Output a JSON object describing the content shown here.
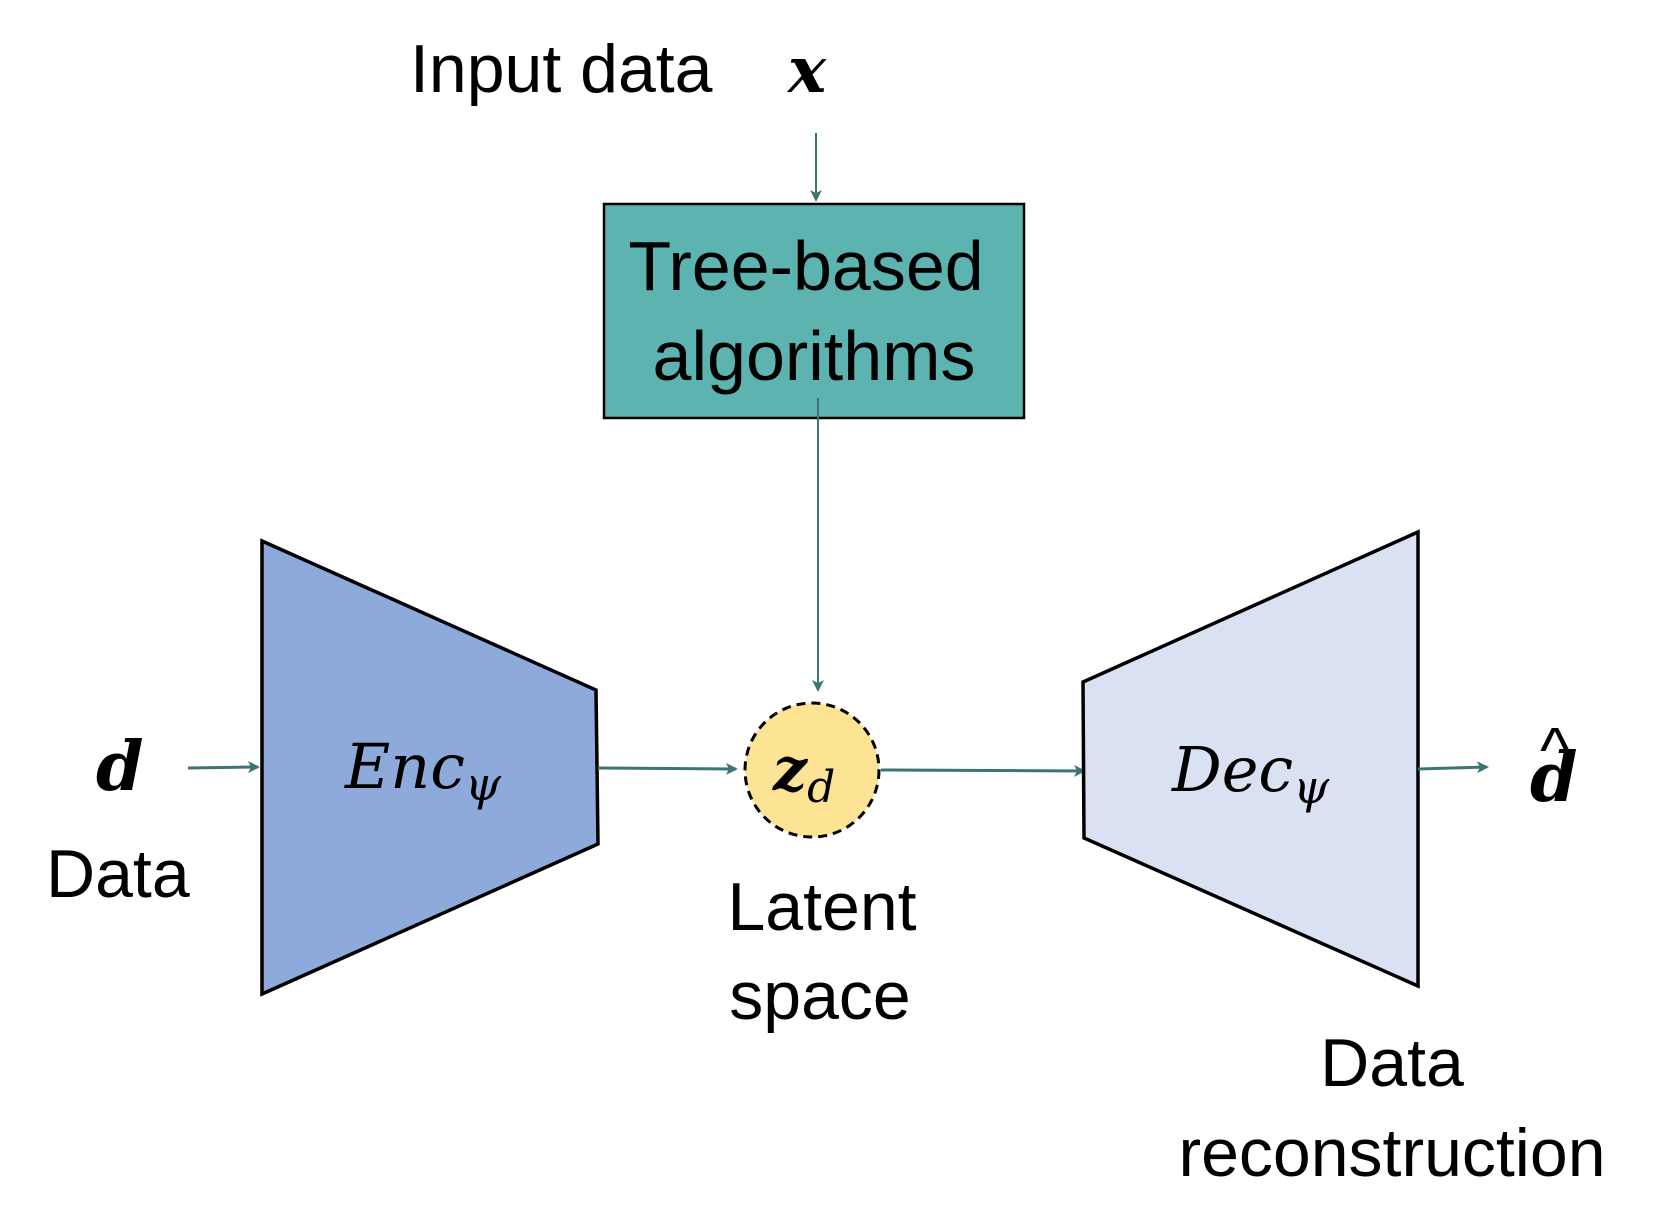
{
  "input": {
    "label": "Input data",
    "symbol": "x"
  },
  "tree_box": {
    "line1": "Tree-based",
    "line2": "algorithms",
    "fill": "#5db3b0"
  },
  "data_in": {
    "symbol": "d",
    "label": "Data"
  },
  "encoder": {
    "base": "Enc",
    "subscript": "ψ",
    "fill": "#8eaadb"
  },
  "latent": {
    "base": "z",
    "subscript": "d",
    "line1": "Latent",
    "line2": "space",
    "fill": "#fde394"
  },
  "decoder": {
    "base": "Dec",
    "subscript": "ψ",
    "fill": "#d9e1f2"
  },
  "output": {
    "symbol": "d",
    "hat": "^",
    "line1": "Data",
    "line2": "reconstruction"
  },
  "colors": {
    "arrow": "#3d7474",
    "outline": "#000000"
  }
}
